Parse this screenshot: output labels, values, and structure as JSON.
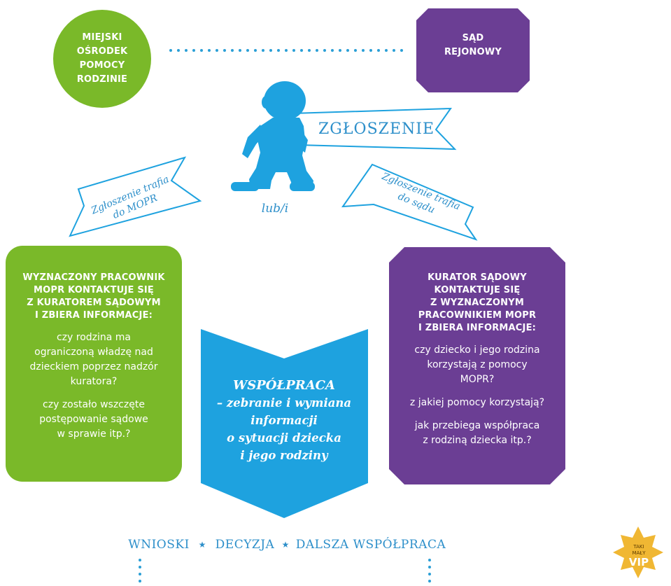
{
  "colors": {
    "green": "#7ab929",
    "purple": "#6b3e94",
    "blue": "#1ea2df",
    "blue_text": "#2d8fca",
    "dots": "#2b9fd6",
    "star": "#f0b733"
  },
  "top": {
    "mops": [
      "MIEJSKI",
      "OŚRODEK",
      "POMOCY",
      "RODZINIE"
    ],
    "court": [
      "SĄD",
      "REJONOWY"
    ]
  },
  "report_label": "ZGŁOSZENIE",
  "left_ribbon": [
    "Zgłoszenie trafia",
    "do MOPR"
  ],
  "right_ribbon": [
    "Zgłoszenie trafia",
    "do sądu"
  ],
  "or_label": "lub/i",
  "left_box": {
    "heading": [
      "WYZNACZONY PRACOWNIK",
      "MOPR KONTAKTUJE SIĘ",
      "Z KURATOREM SĄDOWYM",
      "I ZBIERA INFORMACJE:"
    ],
    "q1": [
      "czy rodzina ma",
      "ograniczoną władzę nad",
      "dzieckiem poprzez nadzór",
      "kuratora?"
    ],
    "q2": [
      "czy zostało wszczęte",
      "postępowanie sądowe",
      "w sprawie itp.?"
    ]
  },
  "right_box": {
    "heading": [
      "KURATOR SĄDOWY",
      "KONTAKTUJE SIĘ",
      "Z WYZNACZONYM",
      "PRACOWNIKIEM MOPR",
      "I ZBIERA INFORMACJE:"
    ],
    "q1": [
      "czy dziecko i jego rodzina",
      "korzystają z pomocy",
      "MOPR?"
    ],
    "q2": [
      "z jakiej pomocy korzystają?"
    ],
    "q3": [
      "jak przebiega współpraca",
      "z rodziną dziecka itp.?"
    ]
  },
  "center": [
    "WSPÓŁPRACA",
    "– zebranie i wymiana",
    "informacji",
    "o sytuacji dziecka",
    "i jego rodziny"
  ],
  "bottom": [
    "WNIOSKI",
    "DECYZJA",
    "DALSZA WSPÓŁPRACA"
  ],
  "logo": [
    "TAKI",
    "MAŁY",
    "VIP"
  ]
}
